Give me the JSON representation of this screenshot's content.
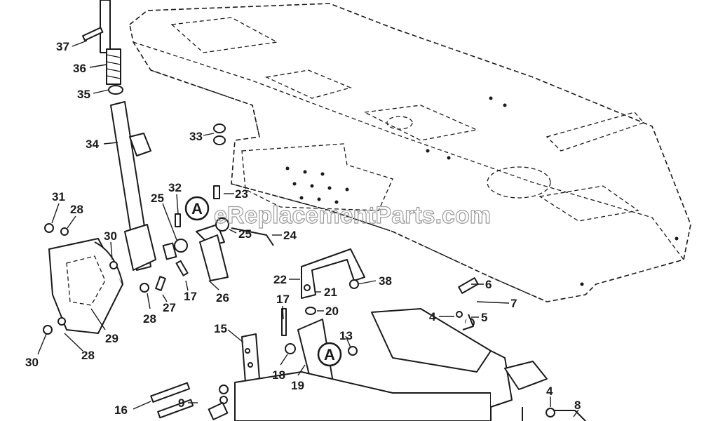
{
  "watermark": "eReplacementParts.com",
  "callouts": [
    {
      "id": "c37",
      "label": "37"
    },
    {
      "id": "c36",
      "label": "36"
    },
    {
      "id": "c35",
      "label": "35"
    },
    {
      "id": "c34",
      "label": "34"
    },
    {
      "id": "c33",
      "label": "33"
    },
    {
      "id": "c32",
      "label": "32"
    },
    {
      "id": "c31",
      "label": "31"
    },
    {
      "id": "c28a",
      "label": "28"
    },
    {
      "id": "c25a",
      "label": "25"
    },
    {
      "id": "c23",
      "label": "23"
    },
    {
      "id": "c25b",
      "label": "25"
    },
    {
      "id": "c24",
      "label": "24"
    },
    {
      "id": "c30a",
      "label": "30"
    },
    {
      "id": "c17a",
      "label": "17"
    },
    {
      "id": "c27",
      "label": "27"
    },
    {
      "id": "c28b",
      "label": "28"
    },
    {
      "id": "c26",
      "label": "26"
    },
    {
      "id": "c29",
      "label": "29"
    },
    {
      "id": "c28c",
      "label": "28"
    },
    {
      "id": "c30b",
      "label": "30"
    },
    {
      "id": "c22",
      "label": "22"
    },
    {
      "id": "c38",
      "label": "38"
    },
    {
      "id": "c21",
      "label": "21"
    },
    {
      "id": "c17b",
      "label": "17"
    },
    {
      "id": "c20",
      "label": "20"
    },
    {
      "id": "c6",
      "label": "6"
    },
    {
      "id": "c7",
      "label": "7"
    },
    {
      "id": "c4a",
      "label": "4"
    },
    {
      "id": "c5",
      "label": "5"
    },
    {
      "id": "c15",
      "label": "15"
    },
    {
      "id": "c13",
      "label": "13"
    },
    {
      "id": "c18",
      "label": "18"
    },
    {
      "id": "c19",
      "label": "19"
    },
    {
      "id": "c16",
      "label": "16"
    },
    {
      "id": "c9",
      "label": "9"
    },
    {
      "id": "c4b",
      "label": "4"
    },
    {
      "id": "c8",
      "label": "8"
    }
  ],
  "markers": [
    {
      "id": "mA1",
      "label": "A"
    },
    {
      "id": "mA2",
      "label": "A"
    }
  ]
}
